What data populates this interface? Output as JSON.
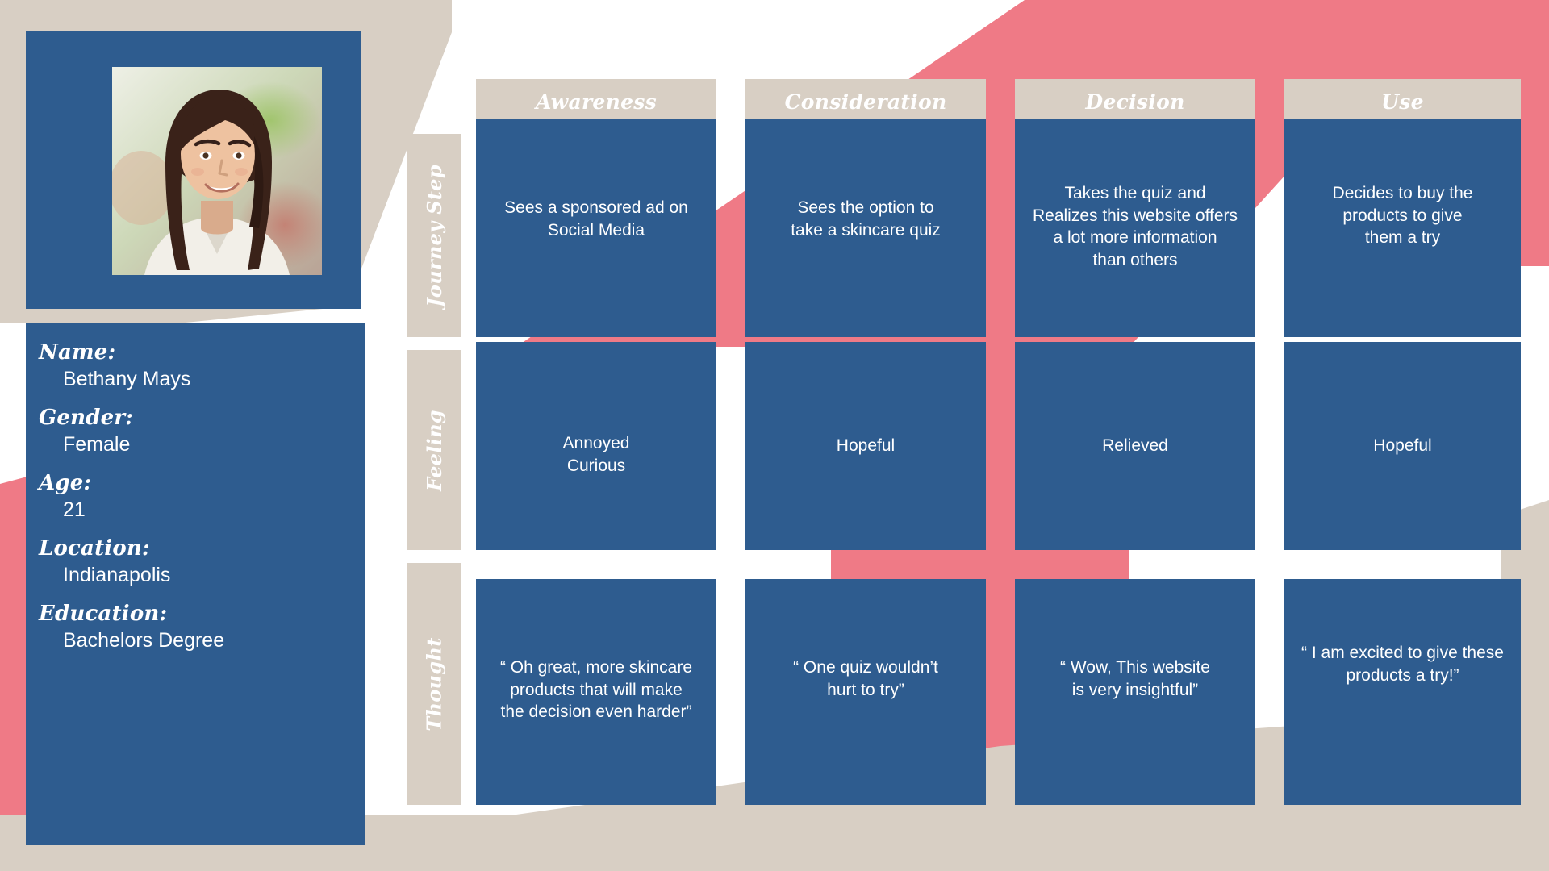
{
  "palette": {
    "blue": "#2e5c8f",
    "pink": "#ef7a86",
    "beige": "#d8cfc4",
    "white": "#ffffff"
  },
  "persona": {
    "photo_alt": "smiling-woman-portrait",
    "fields": [
      {
        "label": "Name:",
        "value": "Bethany Mays"
      },
      {
        "label": "Gender:",
        "value": "Female"
      },
      {
        "label": "Age:",
        "value": "21"
      },
      {
        "label": "Location:",
        "value": "Indianapolis"
      },
      {
        "label": "Education:",
        "value": "Bachelors Degree"
      }
    ]
  },
  "matrix": {
    "columns": [
      "Awareness",
      "Consideration",
      "Decision",
      "Use"
    ],
    "rows": [
      "Journey Step",
      "Feeling",
      "Thought"
    ],
    "cells": {
      "journey_step": [
        "Sees a sponsored ad on\nSocial Media",
        "Sees the option to\ntake a skincare quiz",
        "Takes the quiz and\nRealizes this website offers\na lot more information\nthan others",
        "Decides to buy the\nproducts to give\nthem a try"
      ],
      "feeling": [
        "Annoyed\nCurious",
        "Hopeful",
        "Relieved",
        "Hopeful"
      ],
      "thought": [
        "“ Oh great, more skincare\nproducts that will make\nthe decision even harder”",
        "“ One quiz wouldn’t\nhurt to try”",
        "“ Wow, This website\nis very insightful”",
        "“ I am excited to give these\nproducts a try!”"
      ]
    }
  }
}
